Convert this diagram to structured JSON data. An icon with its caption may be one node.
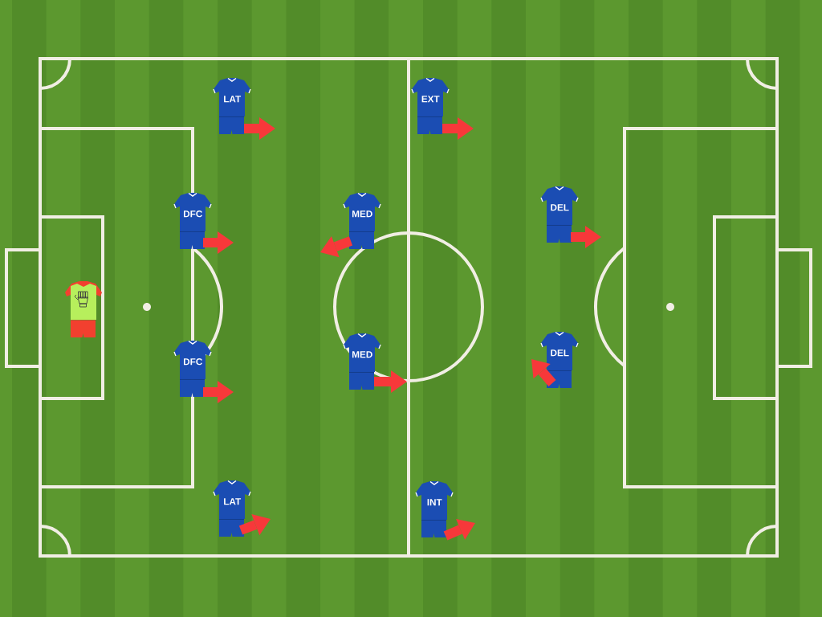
{
  "diagram": {
    "nodes": [
      {
        "text": [
          "LAT"
        ]
      },
      {
        "text": [
          "EXT"
        ]
      },
      {
        "text": [
          "DFC"
        ]
      },
      {
        "text": [
          "MED"
        ]
      },
      {
        "text": [
          "DEL"
        ]
      },
      {
        "text": [],
        "shape": "shirt"
      },
      {
        "text": [
          "DFC"
        ]
      },
      {
        "text": [
          "MED"
        ]
      },
      {
        "text": [
          "DEL"
        ]
      },
      {
        "text": [
          "LAT"
        ]
      },
      {
        "text": [
          "INT"
        ]
      }
    ],
    "edges": [
      {
        "from": 0,
        "to": null,
        "arrow": "to"
      },
      {
        "from": 1,
        "to": null,
        "arrow": "to"
      },
      {
        "from": 2,
        "to": null,
        "arrow": "to"
      },
      {
        "from": 3,
        "to": null,
        "arrow": "to"
      },
      {
        "from": 4,
        "to": null,
        "arrow": "to"
      },
      {
        "from": 6,
        "to": null,
        "arrow": "to"
      },
      {
        "from": 7,
        "to": null,
        "arrow": "to"
      },
      {
        "from": 8,
        "to": null,
        "arrow": "to"
      },
      {
        "from": 9,
        "to": null,
        "arrow": "to"
      },
      {
        "from": 10,
        "to": null,
        "arrow": "to"
      }
    ]
  }
}
